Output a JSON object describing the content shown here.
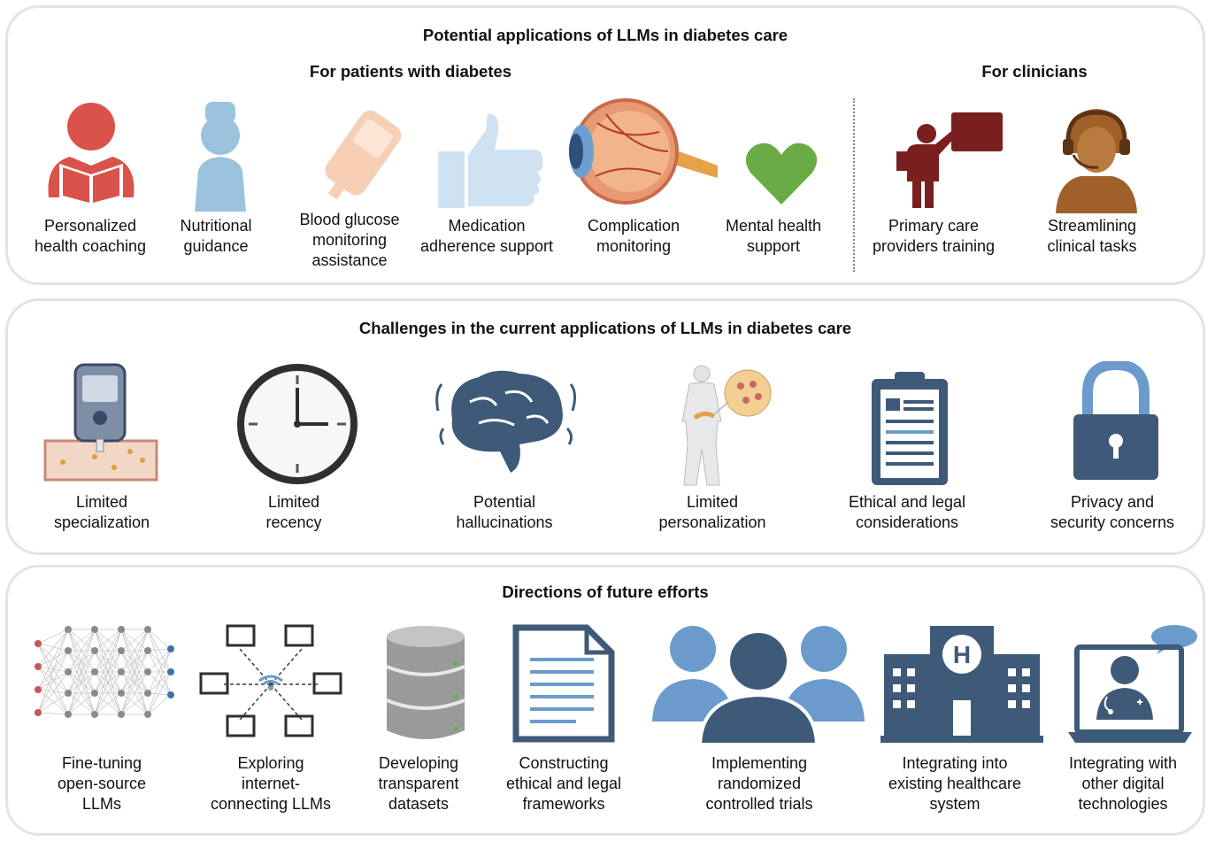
{
  "applications": {
    "title": "Potential applications of LLMs in diabetes care",
    "patients_heading": "For patients with diabetes",
    "clinicians_heading": "For clinicians",
    "items": [
      {
        "label": "Personalized\nhealth coaching",
        "icon": "person-reading-icon"
      },
      {
        "label": "Nutritional\nguidance",
        "icon": "chef-icon"
      },
      {
        "label": "Blood glucose\nmonitoring\nassistance",
        "icon": "glucose-meter-icon"
      },
      {
        "label": "Medication\nadherence support",
        "icon": "thumbs-up-icon"
      },
      {
        "label": "Complication\nmonitoring",
        "icon": "eye-anatomy-icon"
      },
      {
        "label": "Mental health\nsupport",
        "icon": "heart-icon"
      },
      {
        "label": "Primary care\nproviders training",
        "icon": "teacher-board-icon"
      },
      {
        "label": "Streamlining\nclinical tasks",
        "icon": "headset-operator-icon"
      }
    ]
  },
  "challenges": {
    "title": "Challenges in the current applications of LLMs in diabetes care",
    "items": [
      {
        "label": "Limited\nspecialization",
        "icon": "glucometer-vessel-icon"
      },
      {
        "label": "Limited\nrecency",
        "icon": "clock-icon"
      },
      {
        "label": "Potential\nhallucinations",
        "icon": "brain-icon"
      },
      {
        "label": "Limited\npersonalization",
        "icon": "body-pancreas-icon"
      },
      {
        "label": "Ethical and legal\nconsiderations",
        "icon": "clipboard-icon"
      },
      {
        "label": "Privacy and\nsecurity concerns",
        "icon": "padlock-icon"
      }
    ]
  },
  "directions": {
    "title": "Directions of future efforts",
    "items": [
      {
        "label": "Fine-tuning\nopen-source\nLLMs",
        "icon": "neural-network-icon"
      },
      {
        "label": "Exploring\ninternet-\nconnecting LLMs",
        "icon": "network-computers-icon"
      },
      {
        "label": "Developing\ntransparent\ndatasets",
        "icon": "database-icon"
      },
      {
        "label": "Constructing\nethical and legal\nframeworks",
        "icon": "document-icon"
      },
      {
        "label": "Implementing\nrandomized\ncontrolled trials",
        "icon": "people-group-icon"
      },
      {
        "label": "Integrating into\nexisting healthcare\nsystem",
        "icon": "hospital-icon"
      },
      {
        "label": "Integrating with\nother digital\ntechnologies",
        "icon": "telemedicine-laptop-icon"
      }
    ]
  },
  "colors": {
    "coral": "#d9534a",
    "light_blue": "#9cc3dd",
    "peach": "#f6cfb4",
    "pale_blue": "#cfe2f2",
    "green": "#6aab46",
    "maroon": "#7a1f1f",
    "brown": "#a0602a",
    "slate": "#3e5a78",
    "mid_blue": "#6a9bcc",
    "gray_icon": "#8a8a8a"
  }
}
